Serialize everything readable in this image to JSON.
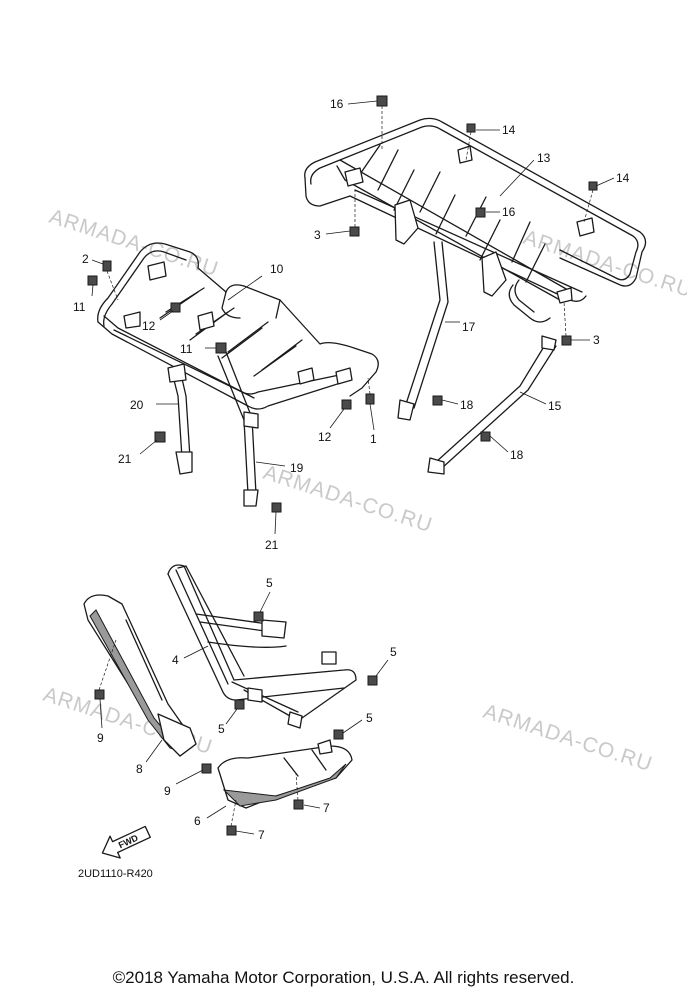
{
  "diagram": {
    "code": "2UD1110-R420",
    "fwd_label": "FWD",
    "watermark": "ARMADA-CO.RU",
    "callouts": {
      "c1": "1",
      "c2": "2",
      "c3a": "3",
      "c3b": "3",
      "c4": "4",
      "c5a": "5",
      "c5b": "5",
      "c5c": "5",
      "c5d": "5",
      "c6": "6",
      "c7a": "7",
      "c7b": "7",
      "c8": "8",
      "c9a": "9",
      "c9b": "9",
      "c10": "10",
      "c11a": "11",
      "c11b": "11",
      "c12a": "12",
      "c12b": "12",
      "c13": "13",
      "c14a": "14",
      "c14b": "14",
      "c15": "15",
      "c16a": "16",
      "c16b": "16",
      "c17": "17",
      "c18a": "18",
      "c18b": "18",
      "c19": "19",
      "c20": "20",
      "c21a": "21",
      "c21b": "21"
    }
  },
  "footer": {
    "copyright": "©2018 Yamaha Motor Corporation, U.S.A. All rights reserved."
  }
}
